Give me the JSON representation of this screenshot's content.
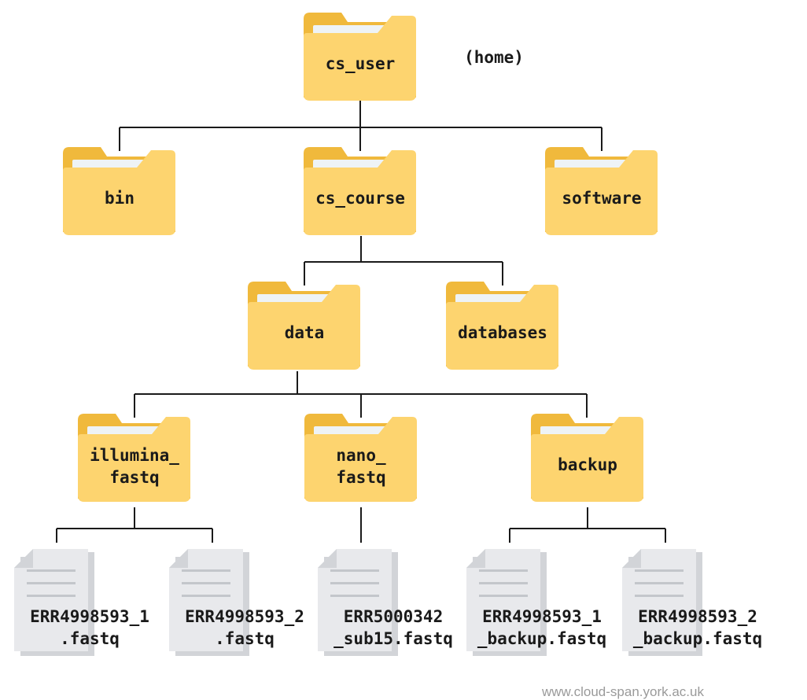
{
  "annotations": {
    "home": "(home)"
  },
  "footer": {
    "website": "www.cloud-span.york.ac.uk"
  },
  "colors": {
    "folder_body": "#fdd46f",
    "folder_back": "#f0b93c",
    "folder_paper": "#eef3f6",
    "file_page": "#e8e9ec",
    "file_back": "#d2d4d8",
    "file_lines": "#c3c6cb",
    "connector": "#1a1a1a"
  },
  "tree": {
    "folders": [
      {
        "id": "cs_user",
        "lines": [
          "cs_user"
        ],
        "icon": "folder-icon"
      },
      {
        "id": "bin",
        "lines": [
          "bin"
        ],
        "icon": "folder-icon"
      },
      {
        "id": "cs_course",
        "lines": [
          "cs_course"
        ],
        "icon": "folder-icon"
      },
      {
        "id": "software",
        "lines": [
          "software"
        ],
        "icon": "folder-icon"
      },
      {
        "id": "data",
        "lines": [
          "data"
        ],
        "icon": "folder-icon"
      },
      {
        "id": "databases",
        "lines": [
          "databases"
        ],
        "icon": "folder-icon"
      },
      {
        "id": "illumina_fastq",
        "lines": [
          "illumina_",
          "fastq"
        ],
        "icon": "folder-icon"
      },
      {
        "id": "nano_fastq",
        "lines": [
          "nano_",
          "fastq"
        ],
        "icon": "folder-icon"
      },
      {
        "id": "backup",
        "lines": [
          "backup"
        ],
        "icon": "folder-icon"
      }
    ],
    "files": [
      {
        "id": "err4998593_1",
        "lines": [
          "ERR4998593_1",
          ".fastq"
        ],
        "icon": "file-icon"
      },
      {
        "id": "err4998593_2",
        "lines": [
          "ERR4998593_2",
          ".fastq"
        ],
        "icon": "file-icon"
      },
      {
        "id": "err5000342",
        "lines": [
          "ERR5000342",
          "_sub15.fastq"
        ],
        "icon": "file-icon"
      },
      {
        "id": "err4998593_1_backup",
        "lines": [
          "ERR4998593_1",
          "_backup.fastq"
        ],
        "icon": "file-icon"
      },
      {
        "id": "err4998593_2_backup",
        "lines": [
          "ERR4998593_2",
          "_backup.fastq"
        ],
        "icon": "file-icon"
      }
    ],
    "edges": [
      [
        "cs_user",
        "bin"
      ],
      [
        "cs_user",
        "cs_course"
      ],
      [
        "cs_user",
        "software"
      ],
      [
        "cs_course",
        "data"
      ],
      [
        "cs_course",
        "databases"
      ],
      [
        "data",
        "illumina_fastq"
      ],
      [
        "data",
        "nano_fastq"
      ],
      [
        "data",
        "backup"
      ],
      [
        "illumina_fastq",
        "err4998593_1"
      ],
      [
        "illumina_fastq",
        "err4998593_2"
      ],
      [
        "nano_fastq",
        "err5000342"
      ],
      [
        "backup",
        "err4998593_1_backup"
      ],
      [
        "backup",
        "err4998593_2_backup"
      ]
    ]
  }
}
